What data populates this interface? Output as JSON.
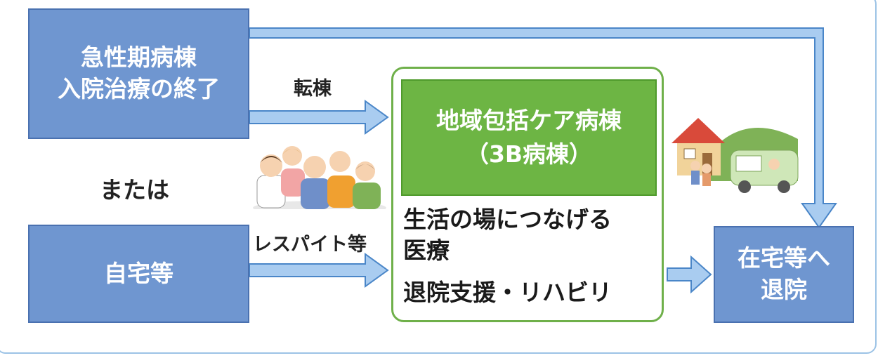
{
  "boxes": {
    "acute_line1": "急性期病棟",
    "acute_line2": "入院治療の終了",
    "home": "自宅等",
    "discharge_line1": "在宅等へ",
    "discharge_line2": "退院"
  },
  "labels": {
    "transfer": "転棟",
    "or": "または",
    "respite": "レスパイト等"
  },
  "ward": {
    "title_line1": "地域包括ケア病棟",
    "title_line2": "（3B病棟）",
    "desc_line1": "生活の場につなげる",
    "desc_line2": "医療",
    "desc_line3": "退院支援・リハビリ"
  },
  "illustrations": [
    "medical-staff-and-family-illustration",
    "house-and-vehicle-illustration"
  ],
  "colors": {
    "blue_box": "#6f96d0",
    "arrow_fill": "#a9ccf0",
    "arrow_stroke": "#4a86c8",
    "green": "#6db544",
    "green_border": "#6fb04a",
    "frame": "#9cc3e6"
  }
}
